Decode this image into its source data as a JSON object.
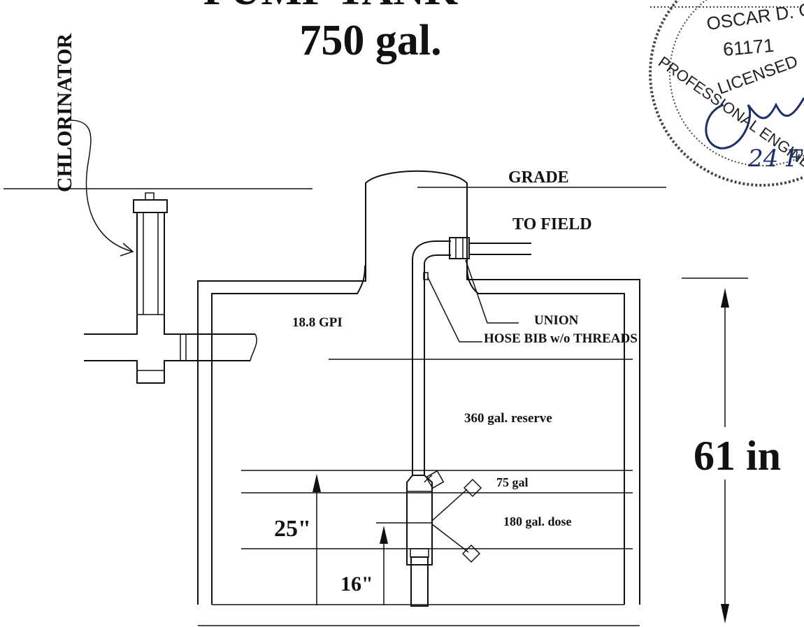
{
  "title": {
    "line1": "PUMP TANK",
    "line2": "750 gal."
  },
  "seal": {
    "engineer_name": "OSCAR D. GRAHAM",
    "license_number": "61171",
    "licensed_text": "LICENSED",
    "professional_text": "PROFESSIONAL ENGINEER",
    "signature_text": "24 F"
  },
  "labels": {
    "chlorinator": "CHLORINATOR",
    "grade": "GRADE",
    "to_field": "TO FIELD",
    "union": "UNION",
    "hose_bib": "HOSE BIB w/o THREADS",
    "gpi": "18.8 GPI",
    "reserve": "360 gal. reserve",
    "alarm_volume": "75 gal",
    "dose_volume": "180 gal. dose"
  },
  "dimensions": {
    "tank_height": "61 in",
    "high_float_height": "25\"",
    "low_float_height": "16\""
  },
  "colors": {
    "line": "#111111",
    "seal_ink": "#444444",
    "signature_ink": "#1c2f6b"
  }
}
